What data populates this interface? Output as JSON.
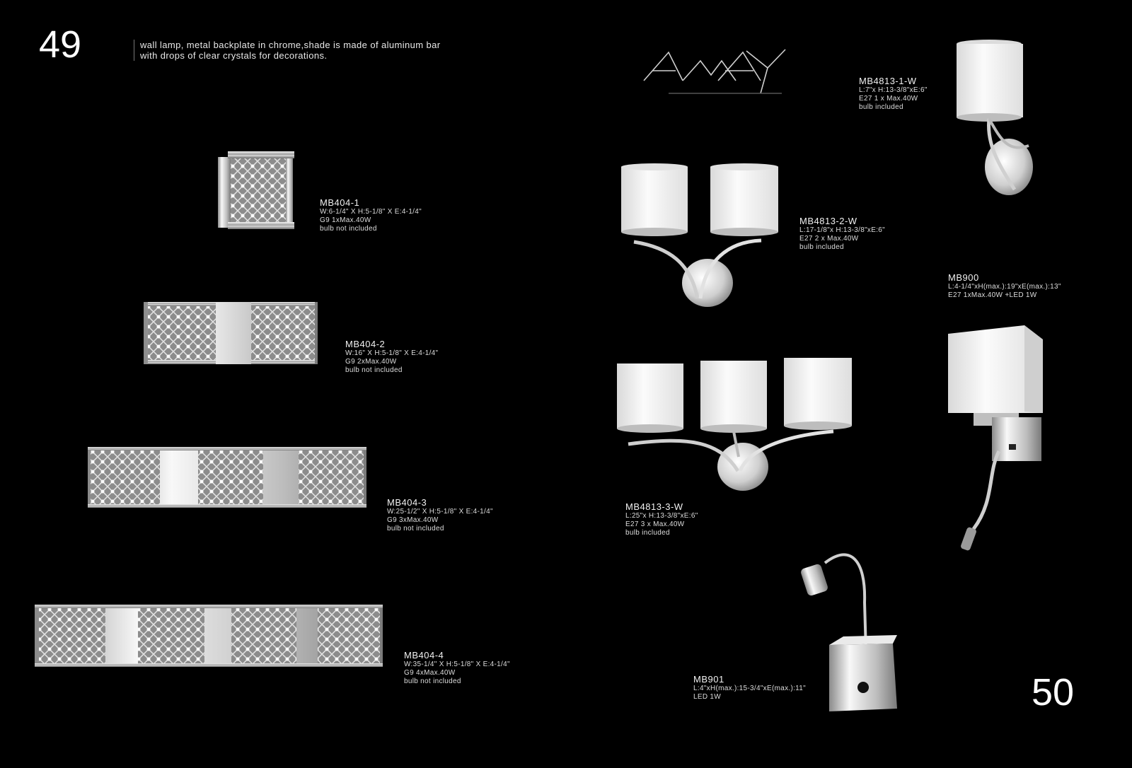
{
  "pages": {
    "left_number": "49",
    "right_number": "50"
  },
  "intro": {
    "line1": "wall lamp, metal backplate in chrome,shade is made of aluminum bar",
    "line2": "with drops of clear crystals for decorations."
  },
  "brand": {
    "logo_text": "AMAY"
  },
  "products": {
    "mb404_1": {
      "model": "MB404-1",
      "dims": "W:6-1/4\" X H:5-1/8\" X E:4-1/4\"",
      "bulb": "G9  1xMax.40W",
      "note": "bulb not included"
    },
    "mb404_2": {
      "model": "MB404-2",
      "dims": "W:16\" X H:5-1/8\" X E:4-1/4\"",
      "bulb": "G9  2xMax.40W",
      "note": "bulb not included"
    },
    "mb404_3": {
      "model": "MB404-3",
      "dims": "W:25-1/2\" X H:5-1/8\" X E:4-1/4\"",
      "bulb": "G9  3xMax.40W",
      "note": "bulb not included"
    },
    "mb404_4": {
      "model": "MB404-4",
      "dims": "W:35-1/4\" X H:5-1/8\" X E:4-1/4\"",
      "bulb": "G9  4xMax.40W",
      "note": "bulb not included"
    },
    "mb4813_1": {
      "model": "MB4813-1-W",
      "dims": "L:7\"x  H:13-3/8\"xE:6\"",
      "bulb": "E27  1 x Max.40W",
      "note": "bulb included"
    },
    "mb4813_2": {
      "model": "MB4813-2-W",
      "dims": "L:17-1/8\"x  H:13-3/8\"xE:6\"",
      "bulb": "E27  2 x Max.40W",
      "note": "bulb included"
    },
    "mb4813_3": {
      "model": "MB4813-3-W",
      "dims": "L:25\"x  H:13-3/8\"xE:6\"",
      "bulb": "E27  3 x Max.40W",
      "note": "bulb included"
    },
    "mb900": {
      "model": "MB900",
      "dims": "L:4-1/4\"xH(max.):19\"xE(max.):13\"",
      "bulb": "E27 1xMax.40W +LED 1W"
    },
    "mb901": {
      "model": "MB901",
      "dims": "L:4\"xH(max.):15-3/4\"xE(max.):11\"",
      "bulb": "LED 1W"
    }
  },
  "colors": {
    "background": "#000000",
    "text": "#ffffff",
    "chrome": "#c8c8c8",
    "shade": "#eeeeee"
  }
}
